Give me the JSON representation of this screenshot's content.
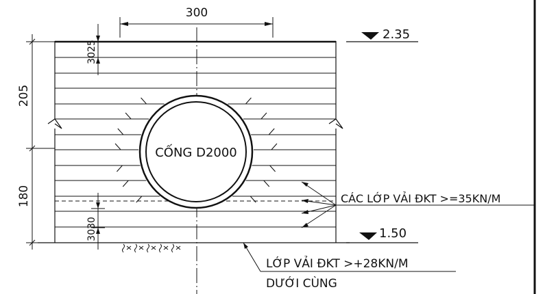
{
  "labels": {
    "top_width": "300",
    "dim_upper": "205",
    "dim_lower": "180",
    "dim_upper_layers": "3025",
    "dim_lower_layers": "3030",
    "culvert": "CỐNG D2000",
    "elev_top": "2.35",
    "elev_bottom": "1.50",
    "fabric_layers": "CÁC LỚP VẢI ĐKT >=35KN/M",
    "bottom_fabric_line1": "LỚP VẢI ĐKT >+28KN/M",
    "bottom_fabric_line2": "DƯỚI CÙNG"
  },
  "colors": {
    "ink": "#111111",
    "paper": "#ffffff"
  },
  "icons": {
    "elevation_marker": "filled-triangle",
    "ground_hatch": "soil-symbol"
  }
}
